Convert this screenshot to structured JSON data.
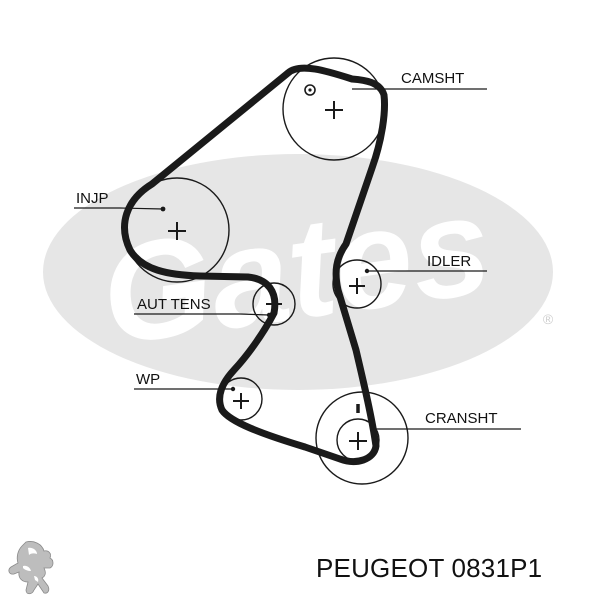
{
  "diagram": {
    "labels": {
      "camshaft": "CAMSHT",
      "injection_pump": "INJP",
      "idler": "IDLER",
      "auto_tensioner": "AUT TENS",
      "water_pump": "WP",
      "crankshaft": "CRANSHT"
    },
    "watermark_brand": "Gates",
    "watermark_mark": "®",
    "colors": {
      "belt": "#1a1a1a",
      "watermark": "#e6e6e6",
      "text": "#111111"
    }
  },
  "footer": {
    "part_number": "PEUGEOT 0831P1",
    "logo": "peugeot-lion-logo"
  }
}
